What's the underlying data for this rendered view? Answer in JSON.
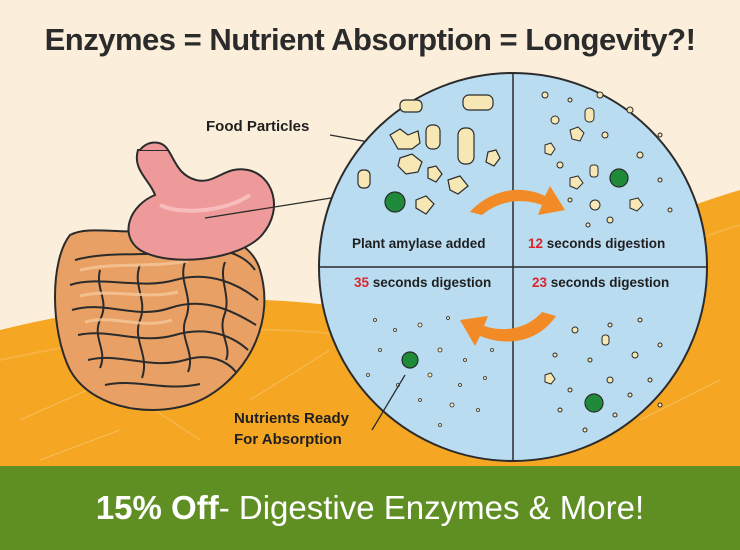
{
  "title": "Enzymes = Nutrient Absorption = Longevity?!",
  "labels": {
    "food_particles": "Food Particles",
    "nutrients_line1": "Nutrients Ready",
    "nutrients_line2": "For Absorption"
  },
  "quadrants": {
    "top_left": {
      "text": "Plant amylase added"
    },
    "top_right": {
      "number": "12",
      "text": " seconds digestion"
    },
    "bottom_left": {
      "number": "35",
      "text": " seconds digestion"
    },
    "bottom_right": {
      "number": "23",
      "text": " seconds digestion"
    }
  },
  "banner": {
    "highlight": "15% Off",
    "rest": " - Digestive Enzymes & More!"
  },
  "colors": {
    "background": "#fbefdc",
    "orange_band": "#f5a623",
    "circle_fill": "#b9dcf1",
    "particle": "#f6e7b5",
    "green_dot": "#1f8a3a",
    "arrow": "#f28a25",
    "banner": "#5f8f22",
    "highlight_number": "#d8262b"
  }
}
